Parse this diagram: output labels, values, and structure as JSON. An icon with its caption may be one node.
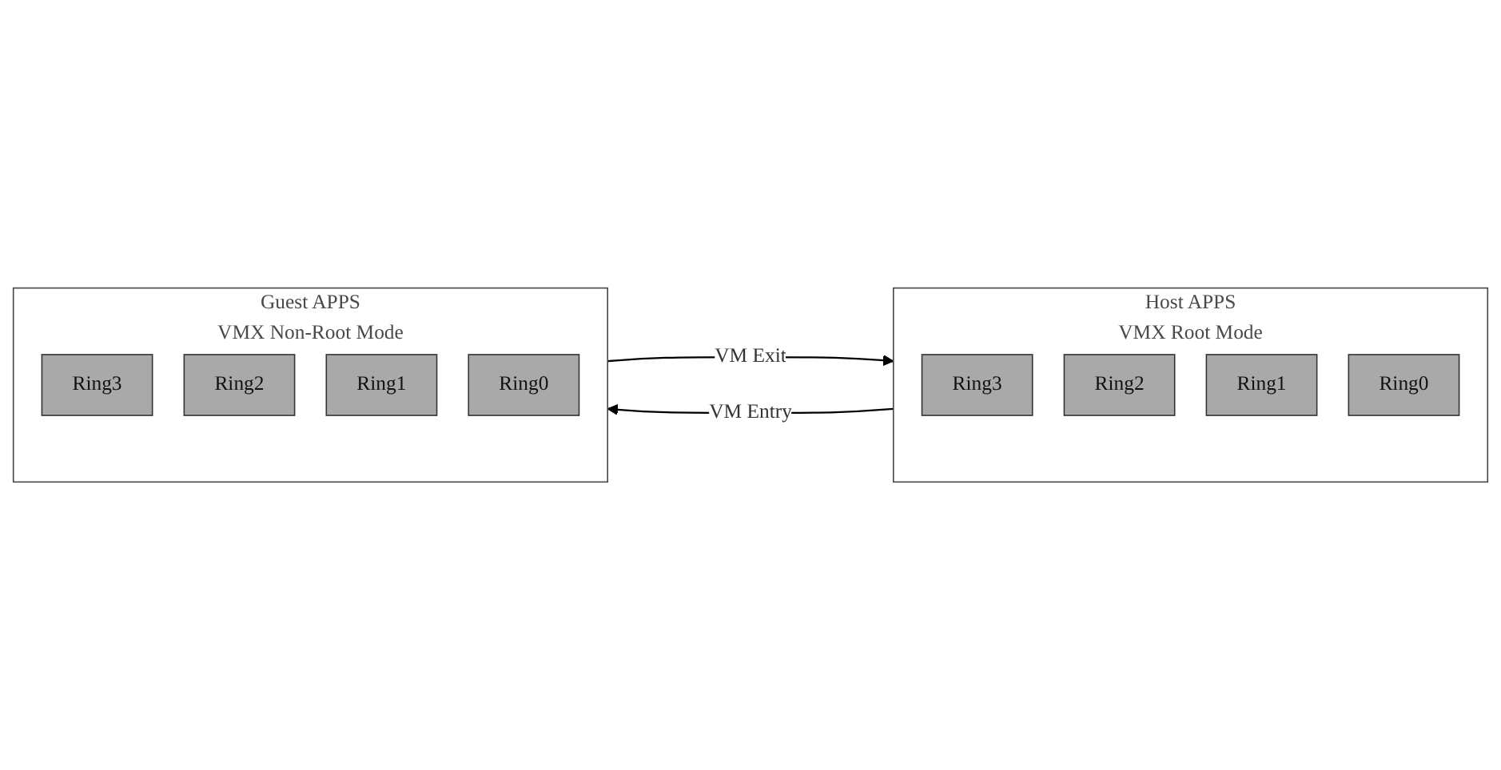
{
  "diagram": {
    "nodes": [
      {
        "text": [
          "Host APPS",
          "VMX Root Mode"
        ]
      },
      {
        "text": [
          "Ring3"
        ],
        "in": 0
      },
      {
        "text": [
          "Ring2"
        ],
        "in": 0
      },
      {
        "text": [
          "Ring1"
        ],
        "in": 0
      },
      {
        "text": [
          "Ring0"
        ],
        "in": 0
      },
      {
        "text": [
          "Guest APPS",
          "VMX Non-Root Mode"
        ]
      },
      {
        "text": [
          "Ring3"
        ],
        "in": 5
      },
      {
        "text": [
          "Ring2"
        ],
        "in": 5
      },
      {
        "text": [
          "Ring1"
        ],
        "in": 5
      },
      {
        "text": [
          "Ring0"
        ],
        "in": 5
      }
    ],
    "edges": [
      {
        "from": 0,
        "to": 5,
        "arrow": "to",
        "label": "VM Entry"
      },
      {
        "from": 5,
        "to": 0,
        "arrow": "to",
        "label": "VM Exit"
      }
    ]
  }
}
